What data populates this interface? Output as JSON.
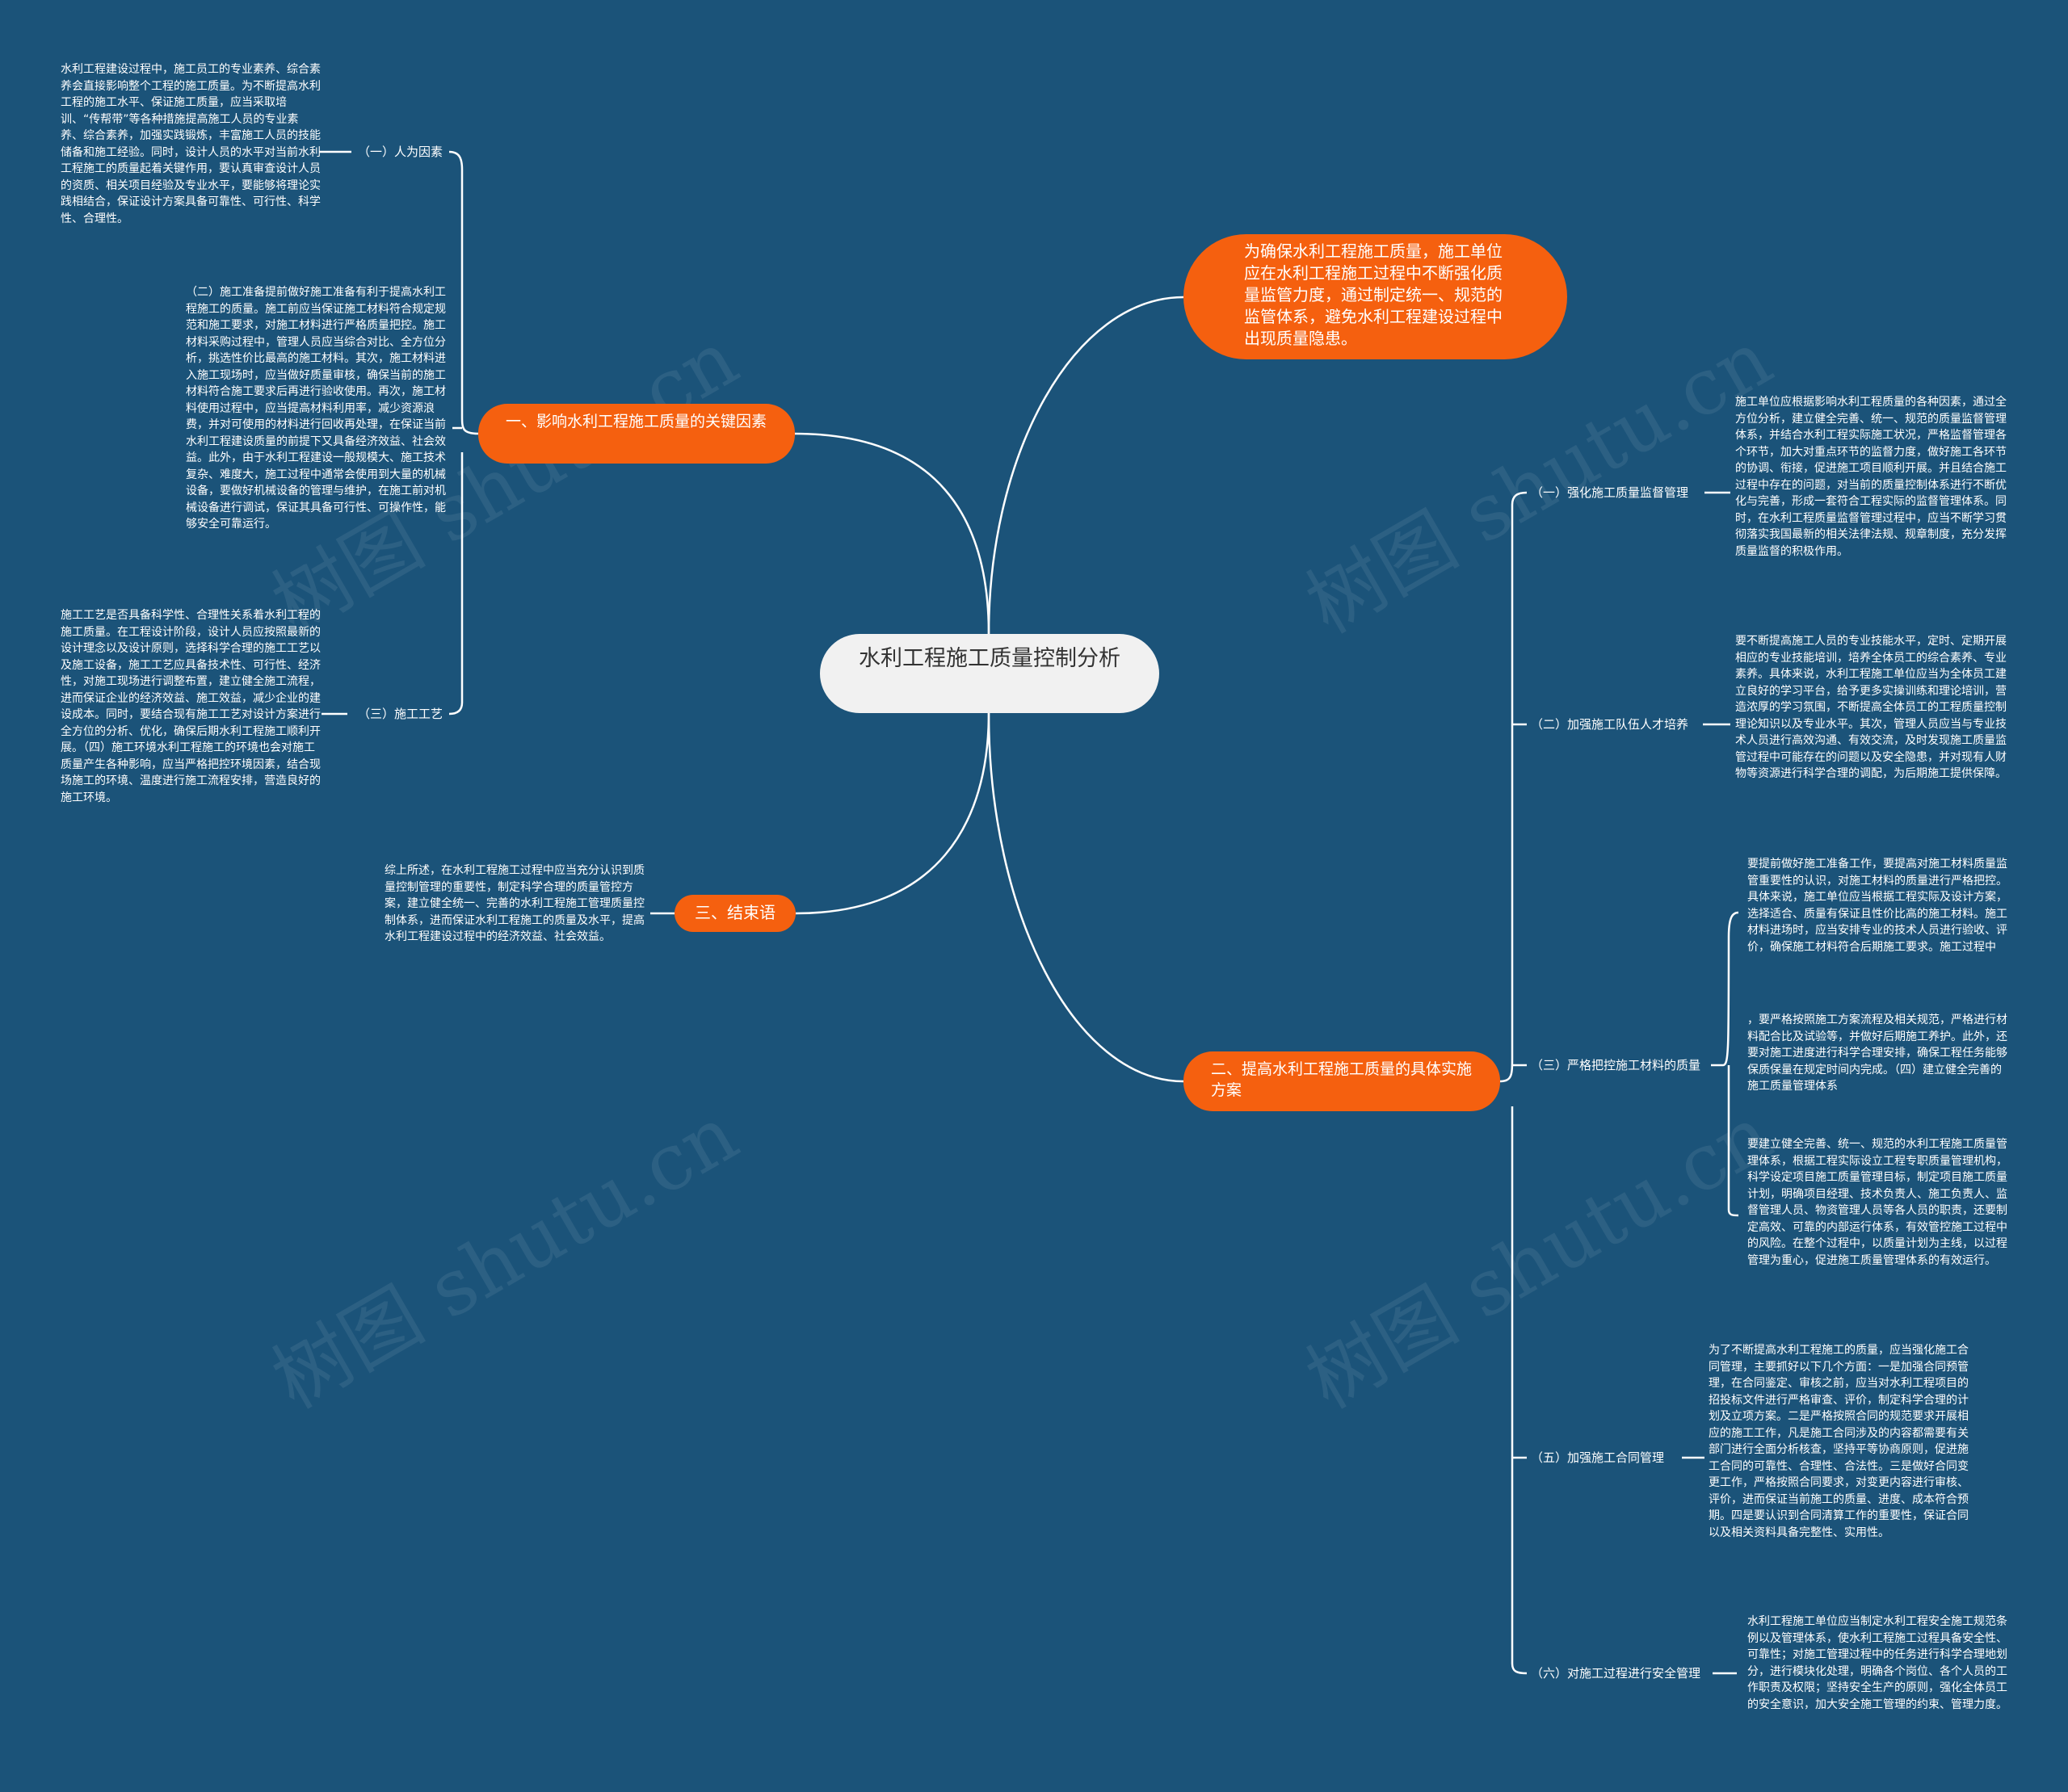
{
  "watermark": "树图 shutu.cn",
  "colors": {
    "background": "#1b5379",
    "accent": "#f5600f",
    "line": "#ffffff",
    "center": "#f1f1f1"
  },
  "center": {
    "title": "水利工程施工质量控制分析"
  },
  "intro": {
    "text": "为确保水利工程施工质量，施工单位应在水利工程施工过程中不断强化质量监管力度，通过制定统一、规范的监管体系，避免水利工程建设过程中出现质量隐患。"
  },
  "factors": {
    "title": "一、影响水利工程施工质量的关键因素",
    "human": {
      "label": "（一）人为因素",
      "text": "水利工程建设过程中，施工员工的专业素养、综合素养会直接影响整个工程的施工质量。为不断提高水利工程的施工水平、保证施工质量，应当采取培训、“传帮带”等各种措施提高施工人员的专业素养、综合素养，加强实践锻炼，丰富施工人员的技能储备和施工经验。同时，设计人员的水平对当前水利工程施工的质量起着关键作用，要认真审查设计人员的资质、相关项目经验及专业水平，要能够将理论实践相结合，保证设计方案具备可靠性、可行性、科学性、合理性。"
    },
    "prep": {
      "text": "（二）施工准备提前做好施工准备有利于提高水利工程施工的质量。施工前应当保证施工材料符合规定规范和施工要求，对施工材料进行严格质量把控。施工材料采购过程中，管理人员应当综合对比、全方位分析，挑选性价比最高的施工材料。其次，施工材料进入施工现场时，应当做好质量审核，确保当前的施工材料符合施工要求后再进行验收使用。再次，施工材料使用过程中，应当提高材料利用率，减少资源浪费，并对可使用的材料进行回收再处理，在保证当前水利工程建设质量的前提下又具备经济效益、社会效益。此外，由于水利工程建设一般规模大、施工技术复杂、难度大，施工过程中通常会使用到大量的机械设备，要做好机械设备的管理与维护，在施工前对机械设备进行调试，保证其具备可行性、可操作性，能够安全可靠运行。"
    },
    "craft": {
      "label": "（三）施工工艺",
      "text": "施工工艺是否具备科学性、合理性关系着水利工程的施工质量。在工程设计阶段，设计人员应按照最新的设计理念以及设计原则，选择科学合理的施工工艺以及施工设备，施工工艺应具备技术性、可行性、经济性，对施工现场进行调整布置，建立健全施工流程，进而保证企业的经济效益、施工效益，减少企业的建设成本。同时，要结合现有施工工艺对设计方案进行全方位的分析、优化，确保后期水利工程施工顺利开展。（四）施工环境水利工程施工的环境也会对施工质量产生各种影响，应当严格把控环境因素，结合现场施工的环境、温度进行施工流程安排，营造良好的施工环境。"
    }
  },
  "conclusion": {
    "title": "三、结束语",
    "text": "综上所述，在水利工程施工过程中应当充分认识到质量控制管理的重要性，制定科学合理的质量管控方案，建立健全统一、完善的水利工程施工管理质量控制体系，进而保证水利工程施工的质量及水平，提高水利工程建设过程中的经济效益、社会效益。"
  },
  "plan": {
    "title": "二、提高水利工程施工质量的具体实施方案",
    "supervision": {
      "label": "（一）强化施工质量监督管理",
      "text": "施工单位应根据影响水利工程质量的各种因素，通过全方位分析，建立健全完善、统一、规范的质量监督管理体系，并结合水利工程实际施工状况，严格监督管理各个环节，加大对重点环节的监督力度，做好施工各环节的协调、衔接，促进施工项目顺利开展。并且结合施工过程中存在的问题，对当前的质量控制体系进行不断优化与完善，形成一套符合工程实际的监督管理体系。同时，在水利工程质量监督管理过程中，应当不断学习贯彻落实我国最新的相关法律法规、规章制度，充分发挥质量监督的积极作用。"
    },
    "talent": {
      "label": "（二）加强施工队伍人才培养",
      "text": "要不断提高施工人员的专业技能水平，定时、定期开展相应的专业技能培训，培养全体员工的综合素养、专业素养。具体来说，水利工程施工单位应当为全体员工建立良好的学习平台，给予更多实操训练和理论培训，营造浓厚的学习氛围，不断提高全体员工的工程质量控制理论知识以及专业水平。其次，管理人员应当与专业技术人员进行高效沟通、有效交流，及时发现施工质量监管过程中可能存在的问题以及安全隐患，并对现有人财物等资源进行科学合理的调配，为后期施工提供保障。"
    },
    "material": {
      "label": "（三）严格把控施工材料的质量",
      "text1": "要提前做好施工准备工作，要提高对施工材料质量监管重要性的认识，对施工材料的质量进行严格把控。具体来说，施工单位应当根据工程实际及设计方案，选择适合、质量有保证且性价比高的施工材料。施工材料进场时，应当安排专业的技术人员进行验收、评价，确保施工材料符合后期施工要求。施工过程中",
      "text2": "，要严格按照施工方案流程及相关规范，严格进行材料配合比及试验等，并做好后期施工养护。此外，还要对施工进度进行科学合理安排，确保工程任务能够保质保量在规定时间内完成。（四）建立健全完善的施工质量管理体系",
      "text3": "要建立健全完善、统一、规范的水利工程施工质量管理体系，根据工程实际设立工程专职质量管理机构，科学设定项目施工质量管理目标，制定项目施工质量计划，明确项目经理、技术负责人、施工负责人、监督管理人员、物资管理人员等各人员的职责，还要制定高效、可靠的内部运行体系，有效管控施工过程中的风险。在整个过程中，以质量计划为主线，以过程管理为重心，促进施工质量管理体系的有效运行。"
    },
    "contract": {
      "label": "（五）加强施工合同管理",
      "text": "为了不断提高水利工程施工的质量，应当强化施工合同管理，主要抓好以下几个方面：一是加强合同预管理，在合同鉴定、审核之前，应当对水利工程项目的招投标文件进行严格审查、评价，制定科学合理的计划及立项方案。二是严格按照合同的规范要求开展相应的施工工作，凡是施工合同涉及的内容都需要有关部门进行全面分析核查，坚持平等协商原则，促进施工合同的可靠性、合理性、合法性。三是做好合同变更工作，严格按照合同要求，对变更内容进行审核、评价，进而保证当前施工的质量、进度、成本符合预期。四是要认识到合同清算工作的重要性，保证合同以及相关资料具备完整性、实用性。"
    },
    "safety": {
      "label": "（六）对施工过程进行安全管理",
      "text": "水利工程施工单位应当制定水利工程安全施工规范条例以及管理体系，使水利工程施工过程具备安全性、可靠性；对施工管理过程中的任务进行科学合理地划分，进行模块化处理，明确各个岗位、各个人员的工作职责及权限；坚持安全生产的原则，强化全体员工的安全意识，加大安全施工管理的约束、管理力度。"
    }
  }
}
